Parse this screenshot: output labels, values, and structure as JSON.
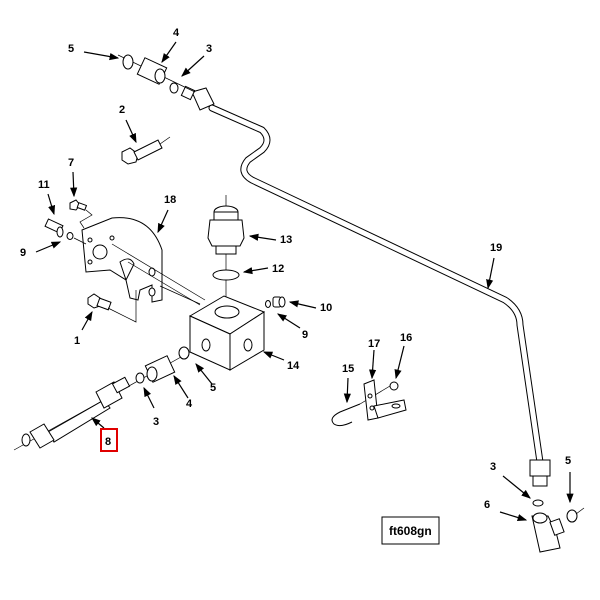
{
  "diagram": {
    "type": "exploded-parts-diagram",
    "figure_id": "ft608gn",
    "highlight_color": "#e00000",
    "highlighted_callout": "8",
    "callouts": [
      {
        "id": "c5a",
        "label": "5"
      },
      {
        "id": "c4a",
        "label": "4"
      },
      {
        "id": "c3a",
        "label": "3"
      },
      {
        "id": "c2",
        "label": "2"
      },
      {
        "id": "c7",
        "label": "7"
      },
      {
        "id": "c11",
        "label": "11"
      },
      {
        "id": "c18",
        "label": "18"
      },
      {
        "id": "c9a",
        "label": "9"
      },
      {
        "id": "c13",
        "label": "13"
      },
      {
        "id": "c12",
        "label": "12"
      },
      {
        "id": "c19",
        "label": "19"
      },
      {
        "id": "c10",
        "label": "10"
      },
      {
        "id": "c9b",
        "label": "9"
      },
      {
        "id": "c1",
        "label": "1"
      },
      {
        "id": "c14",
        "label": "14"
      },
      {
        "id": "c5b",
        "label": "5"
      },
      {
        "id": "c4b",
        "label": "4"
      },
      {
        "id": "c3b",
        "label": "3"
      },
      {
        "id": "c8",
        "label": "8"
      },
      {
        "id": "c17",
        "label": "17"
      },
      {
        "id": "c16",
        "label": "16"
      },
      {
        "id": "c15",
        "label": "15"
      },
      {
        "id": "c3c",
        "label": "3"
      },
      {
        "id": "c5c",
        "label": "5"
      },
      {
        "id": "c6",
        "label": "6"
      }
    ]
  }
}
